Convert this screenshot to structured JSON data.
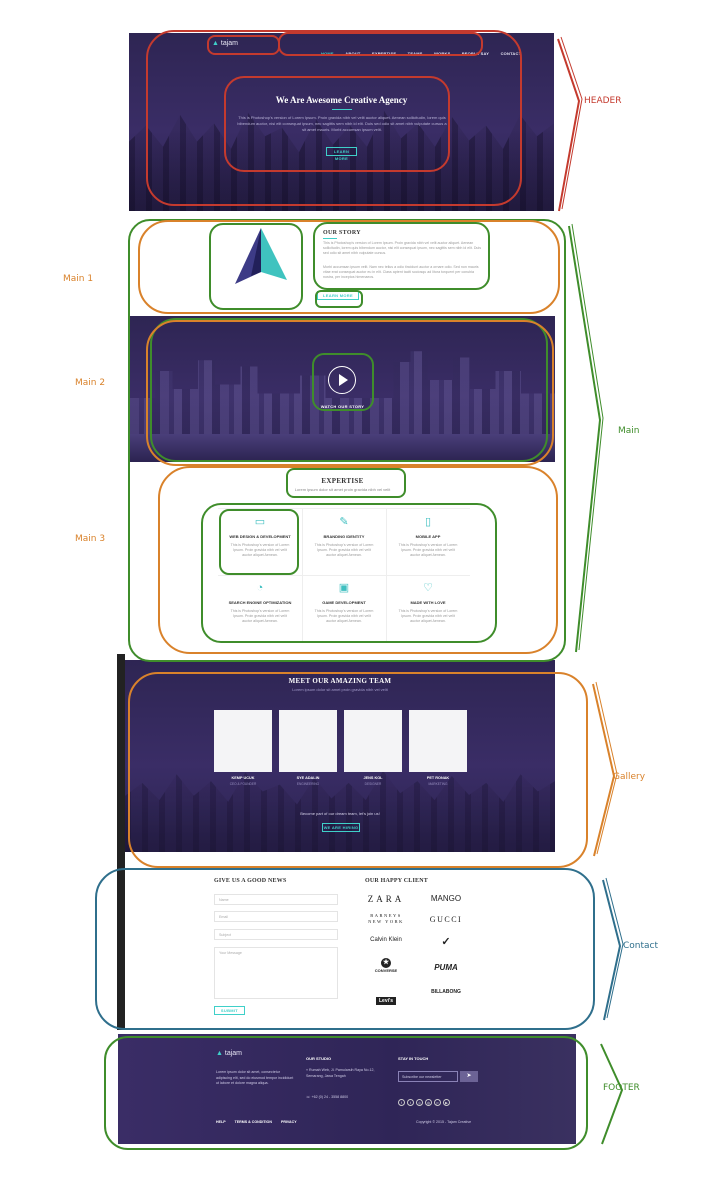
{
  "header": {
    "logo_text": "tajam",
    "nav": [
      "HOME",
      "ABOUT",
      "EXPERTISE",
      "TEAMS",
      "WORKS",
      "PEOPLE SAY",
      "CONTACT"
    ],
    "hero_title": "We Are Awesome Creative Agency",
    "hero_text": "This is Photoshop's version of Lorem Ipsum. Proin gravida nibh vel velit auctor aliquet. Aenean sollicitudin, lorem quis bibendum auctor, nisi elit consequat ipsum, nec sagittis sem nibh id elit. Duis sed odio sit amet nibh vulputate cursus a sit amet mauris. Morbi accumsan ipsum velit.",
    "hero_button": "LEARN MORE"
  },
  "story": {
    "title": "OUR STORY",
    "p1": "This is Photoshop's version of Lorem Ipsum. Proin gravida nibh vel velit auctor aliquet. Aenean sollicitudin, lorem quis bibendum auctor, nisi elit consequat ipsum, nec sagittis sem nibh id elit. Duis sed odio sit amet nibh vulputate cursus.",
    "p2": "Morbi accumsan ipsum velit. Nam nec tellus a odio tincidunt auctor a ornare odio. Sed non mauris vitae erat consequat auctor eu in elit. Class aptent taciti sociosqu ad litora torquent per conubia nostra, per inceptos himenaeos.",
    "button": "LEARN MORE"
  },
  "video": {
    "label": "WATCH OUR STORY"
  },
  "expertise": {
    "title": "EXPERTISE",
    "subtitle": "Lorem ipsum dolor sit amet proin gravida nibh vel velit",
    "services": [
      {
        "icon": "monitor-icon",
        "glyph": "▭",
        "title": "WEB DESIGN & DEVELOPMENT",
        "text": "This is Photoshop's version of Lorem Ipsum. Proin gravida nibh vel velit auctor aliquet Aenean."
      },
      {
        "icon": "brush-icon",
        "glyph": "✎",
        "title": "BRANDING IDENTITY",
        "text": "This is Photoshop's version of Lorem Ipsum. Proin gravida nibh vel velit auctor aliquet Aenean."
      },
      {
        "icon": "mobile-icon",
        "glyph": "▯",
        "title": "MOBILE APP",
        "text": "This is Photoshop's version of Lorem Ipsum. Proin gravida nibh vel velit auctor aliquet Aenean."
      },
      {
        "icon": "pie-chart-icon",
        "glyph": "◔",
        "title": "SEARCH ENGINE OPTIMIZATION",
        "text": "This is Photoshop's version of Lorem Ipsum. Proin gravida nibh vel velit auctor aliquet Aenean."
      },
      {
        "icon": "game-icon",
        "glyph": "▣",
        "title": "GAME DEVELOPMENT",
        "text": "This is Photoshop's version of Lorem Ipsum. Proin gravida nibh vel velit auctor aliquet Aenean."
      },
      {
        "icon": "heart-icon",
        "glyph": "♡",
        "title": "MADE WITH LOVE",
        "text": "This is Photoshop's version of Lorem Ipsum. Proin gravida nibh vel velit auctor aliquet Aenean."
      }
    ]
  },
  "team": {
    "title": "MEET OUR AMAZING TEAM",
    "subtitle": "Lorem ipsum dolor sit amet proin gravida nibh vel velit",
    "members": [
      {
        "name": "KEMP UCUK",
        "role": "CEO & FOUNDER"
      },
      {
        "name": "SYE ADALIN",
        "role": "ENGINEERING"
      },
      {
        "name": "JENS KOL",
        "role": "DESIGNER"
      },
      {
        "name": "PET RONAK",
        "role": "MARKETING"
      }
    ],
    "cta_text": "Become part of our dream team, let's join us!",
    "cta_button": "WE ARE HIRING"
  },
  "contact": {
    "title": "GIVE US A GOOD NEWS",
    "placeholders": [
      "Name",
      "Email",
      "Subject",
      "Your Message"
    ],
    "submit": "SUBMIT",
    "clients_title": "OUR HAPPY CLIENT",
    "clients": [
      "ZARA",
      "MANGO",
      "BARNEYS NEW YORK",
      "GUCCI",
      "Calvin Klein",
      "NIKE",
      "CONVERSE",
      "PUMA",
      "Levi's",
      "BILLABONG"
    ]
  },
  "footer": {
    "logo_text": "tajam",
    "about_text": "Lorem ipsum dolor sit amet, consectetur adipiscing elit, sed do eiusmod tempor incididunt ut labore et dolore magna aliqua.",
    "studio_title": "OUR STUDIO",
    "address": "Rumah Web, Jl. Pamularsih Raya No.12, Semarang, Jawa Tengah",
    "phone": "+62 (0) 24 - 3558 8800",
    "touch_title": "STAY IN TOUCH",
    "subscribe_placeholder": "Subscribe our newsletter",
    "links": [
      "HELP",
      "TERMS & CONDITION",
      "PRIVACY"
    ],
    "copyright": "Copyright © 2015 - Tajam Creative"
  },
  "annotations": {
    "header": "HEADER",
    "main": "Main",
    "main1": "Main 1",
    "main2": "Main 2",
    "main3": "Main 3",
    "gallery": "Gallery",
    "contact": "Contact",
    "footer": "FOOTER"
  },
  "colors": {
    "accent": "#3fd0c9",
    "dark_purple": "#2e2553",
    "header_ann": "#c43a2e",
    "main_ann": "#3f8d2b",
    "section_ann": "#d9822b",
    "contact_ann": "#2f6f8c"
  }
}
